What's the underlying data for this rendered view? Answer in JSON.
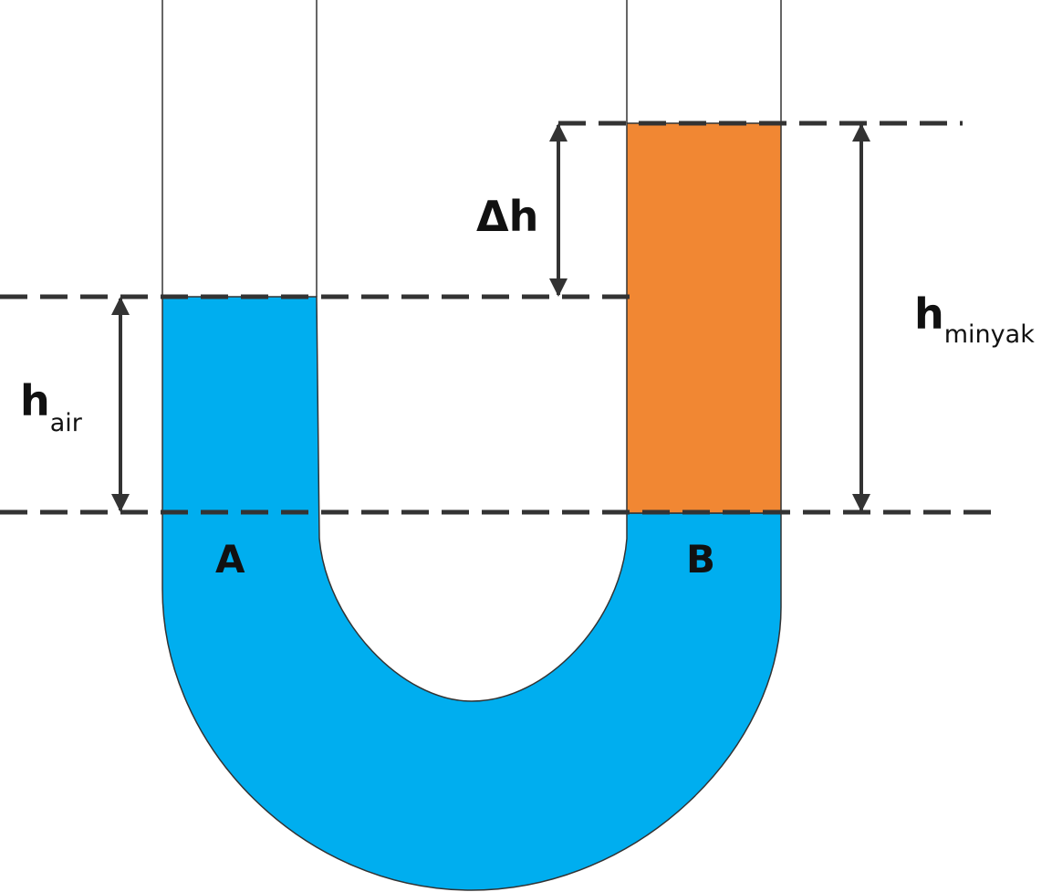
{
  "labels": {
    "delta_h": "Δh",
    "h_air_main": "h",
    "h_air_sub": "air",
    "h_minyak_main": "h",
    "h_minyak_sub": "minyak",
    "point_a": "A",
    "point_b": "B"
  },
  "colors": {
    "water": "#00aeef",
    "oil": "#f18733",
    "outline": "#333333",
    "dimension": "#333333"
  }
}
